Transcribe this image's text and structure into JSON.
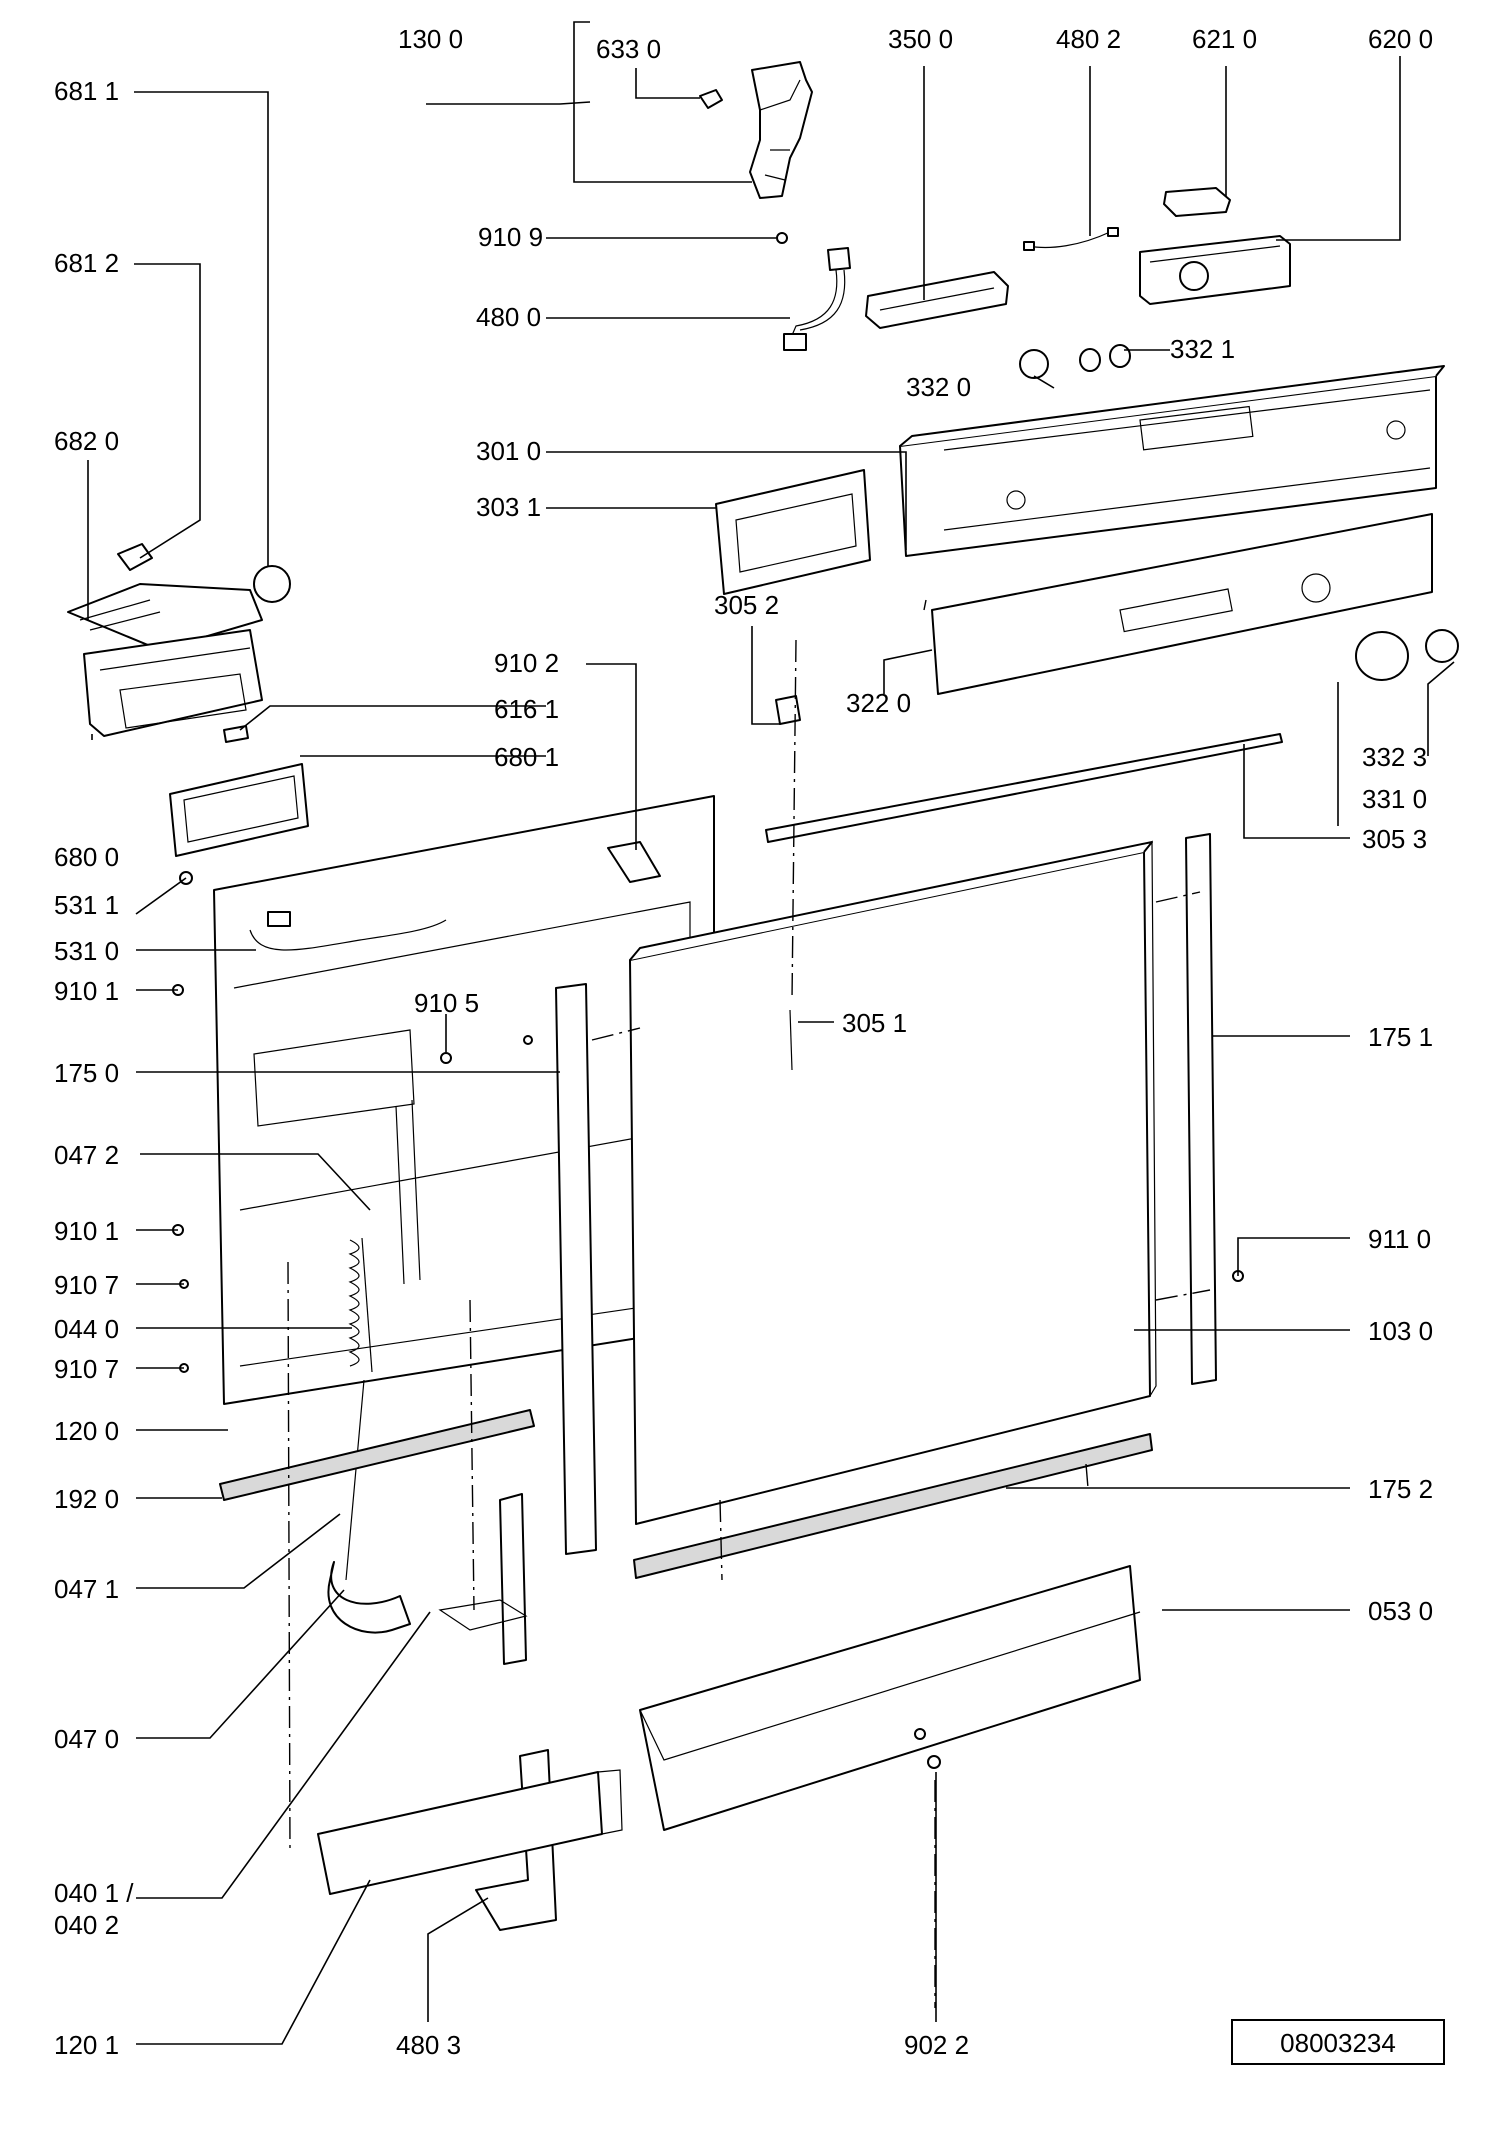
{
  "labels": {
    "p1300": "130 0",
    "p6330": "633 0",
    "p3500": "350 0",
    "p4802": "480 2",
    "p6210": "621 0",
    "p6200": "620 0",
    "p6811": "681 1",
    "p6812": "681 2",
    "p9109": "910 9",
    "p4800": "480 0",
    "p3321": "332 1",
    "p3320": "332 0",
    "p6820": "682 0",
    "p3010": "301 0",
    "p3031": "303 1",
    "p3052": "305 2",
    "p9102": "910 2",
    "p3220": "322 0",
    "p6161": "616 1",
    "p6801": "680 1",
    "p3323": "332 3",
    "p3310": "331 0",
    "p6800": "680 0",
    "p3053": "305 3",
    "p5311": "531 1",
    "p5310": "531 0",
    "p9101a": "910 1",
    "p9105": "910 5",
    "p3051": "305 1",
    "p1751": "175 1",
    "p1750": "175 0",
    "p0472": "047 2",
    "p9101b": "910 1",
    "p9110": "911 0",
    "p9107a": "910 7",
    "p0440": "044 0",
    "p1030": "103 0",
    "p9107b": "910 7",
    "p1200": "120 0",
    "p1920": "192 0",
    "p1752": "175 2",
    "p0471": "047 1",
    "p0530": "053 0",
    "p0470": "047 0",
    "p0401": "040 1 /",
    "p0402": "040 2",
    "p1201": "120 1",
    "p4803": "480 3",
    "p9022": "902 2"
  },
  "drawing_number": "08003234"
}
